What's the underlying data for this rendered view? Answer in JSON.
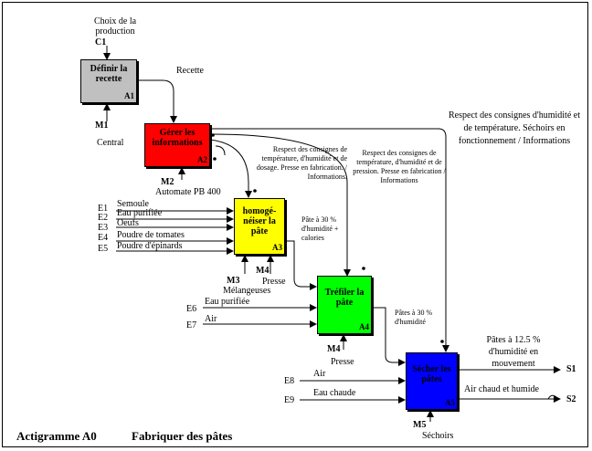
{
  "diagram": {
    "title_code": "Actigramme A0",
    "title_text": "Fabriquer des pâtes",
    "boxes": [
      {
        "id": "A1",
        "label": "Définir la recette",
        "color": "#c0c0c0"
      },
      {
        "id": "A2",
        "label": "Gérer les informations",
        "color": "#ff0000"
      },
      {
        "id": "A3",
        "label": "homogé-néiser la pâte",
        "color": "#ffff00"
      },
      {
        "id": "A4",
        "label": "Tréfiler la pâte",
        "color": "#00ff00"
      },
      {
        "id": "A5",
        "label": "Sécher les pâtes",
        "color": "#0000ff"
      }
    ],
    "controls": {
      "c1_code": "C1",
      "c1_text": "Choix de la production",
      "recette": "Recette",
      "a2_to_a3": "Respect des consignes de température, d'humidité et de dosage. Presse en fabrication. / Informations.",
      "a2_to_a4": "Respect des consignes de température, d'humidité et de pression. Presse en fabrication / Informations",
      "a2_to_a5": "Respect des consignes d'humidité et de température. Séchoirs en fonctionnement / Informations",
      "a3_out": "Pâte à 30 % d'humidité + calories",
      "a4_out": "Pâtes à 30 % d'humidité"
    },
    "mechanisms": {
      "m1_code": "M1",
      "m1_text": "Central",
      "m2_code": "M2",
      "m2_text": "Automate PB 400",
      "m3_code": "M3",
      "m3_text": "Mélangeuses",
      "m4a_code": "M4",
      "m4a_text": "Presse",
      "m4b_code": "M4",
      "m4b_text": "Presse",
      "m5_code": "M5",
      "m5_text": "Séchoirs"
    },
    "inputs": [
      {
        "code": "E1",
        "text": "Semoule"
      },
      {
        "code": "E2",
        "text": "Eau purifiée"
      },
      {
        "code": "E3",
        "text": "Oeufs"
      },
      {
        "code": "E4",
        "text": "Poudre de tomates"
      },
      {
        "code": "E5",
        "text": "Poudre d'épinards"
      },
      {
        "code": "E6",
        "text": "Eau purifiée"
      },
      {
        "code": "E7",
        "text": "Air"
      },
      {
        "code": "E8",
        "text": "Air"
      },
      {
        "code": "E9",
        "text": "Eau chaude"
      }
    ],
    "outputs": [
      {
        "code": "S1",
        "text": "Pâtes à 12.5 % d'humidité en mouvement"
      },
      {
        "code": "S2",
        "text": "Air chaud et humide"
      }
    ]
  }
}
